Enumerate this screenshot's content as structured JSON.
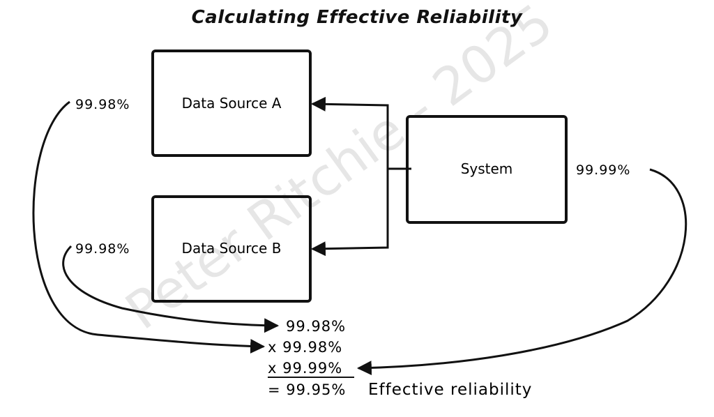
{
  "title": "Calculating Effective Reliability",
  "watermark": "Peter Ritchie - 2025",
  "boxes": {
    "data_source_a": "Data Source A",
    "data_source_b": "Data Source B",
    "system": "System"
  },
  "reliability": {
    "data_source_a": "99.98%",
    "data_source_b": "99.98%",
    "system": "99.99%"
  },
  "calculation": {
    "line1": "99.98%",
    "line2": "x 99.98%",
    "line3": "x 99.99%",
    "result": "= 99.95%",
    "result_label": "Effective reliability"
  },
  "colors": {
    "ink": "#111111",
    "watermark": "#e6e6e6",
    "background": "#ffffff"
  }
}
